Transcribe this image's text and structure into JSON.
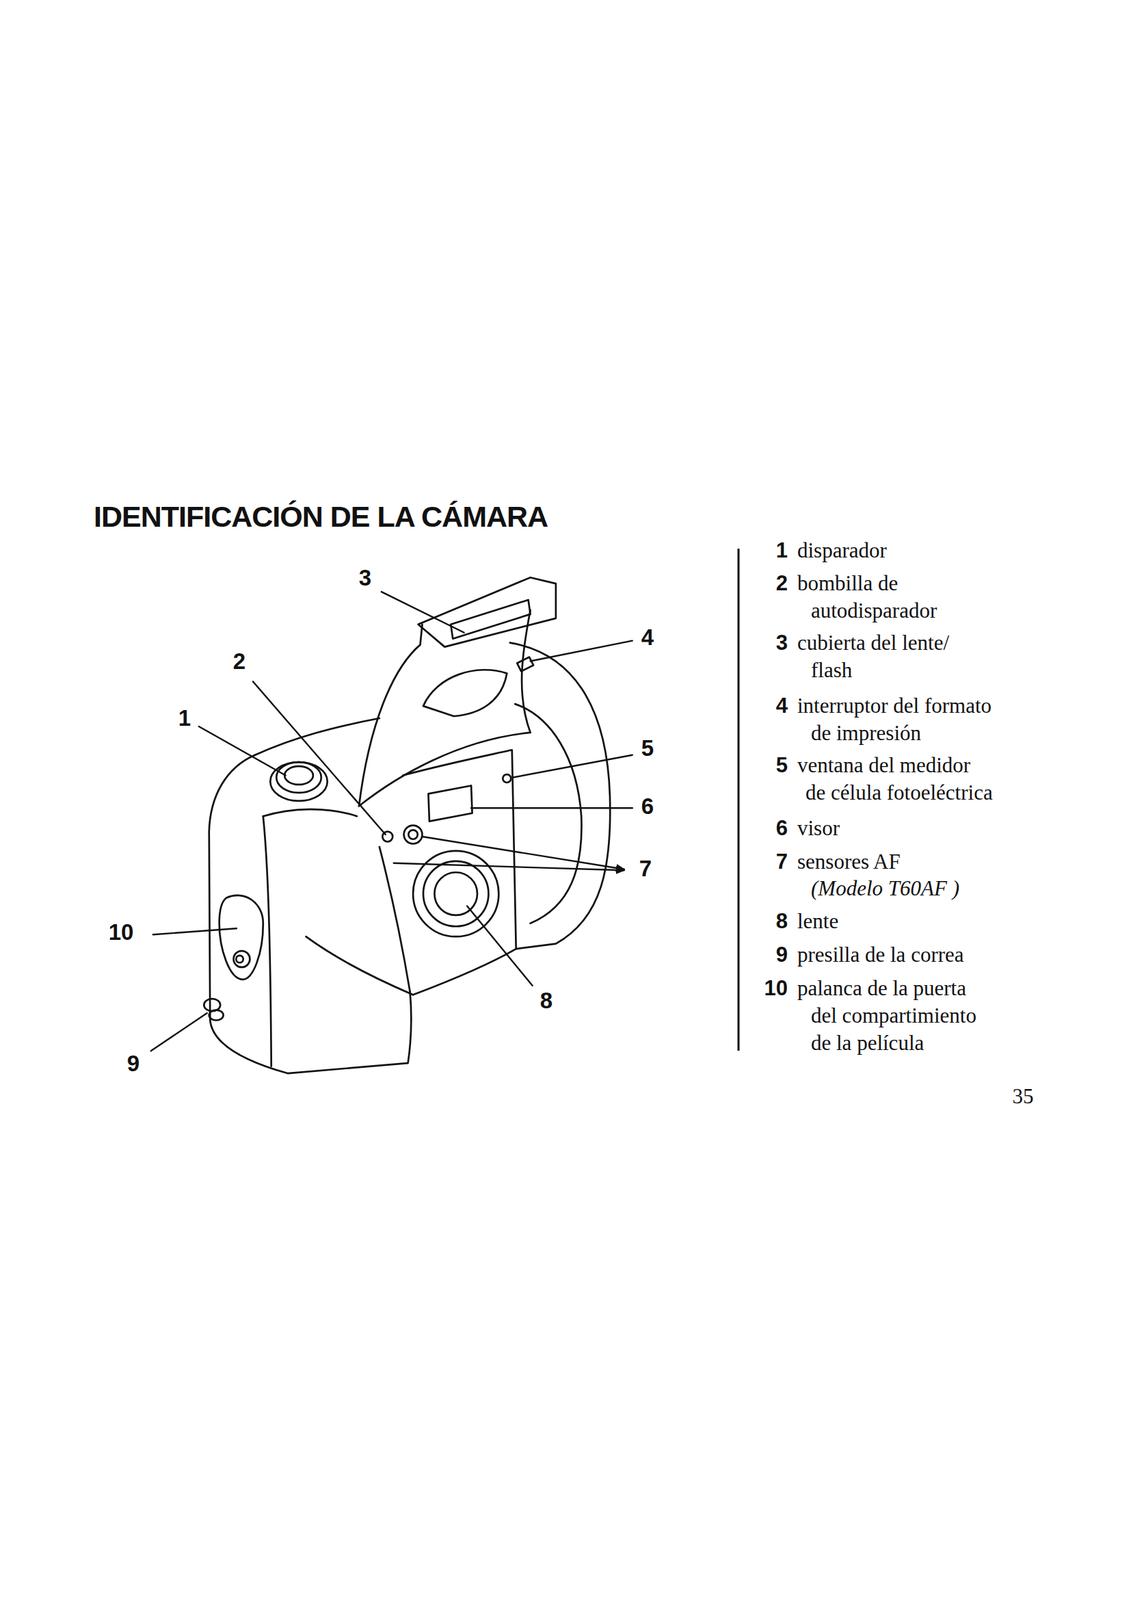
{
  "diagram": {
    "title": "IDENTIFICACIÓN DE LA CÁMARA",
    "labels": [
      "3",
      "4",
      "2",
      "1",
      "5",
      "6",
      "7",
      "10",
      "8",
      "9",
      "1",
      "disparador",
      "2",
      "bombilla de autodisparador",
      "3",
      "cubierta del lente/ flash",
      "4",
      "interruptor del formato de impresión",
      "5",
      "ventana del medidor de célula fotoeléctrica",
      "6",
      "visor",
      "7",
      "sensores AF",
      "(Modelo T60AF )",
      "8",
      "lente",
      "9",
      "presilla de la correa",
      "10",
      "palanca de la puerta del compartimiento de la película",
      "35"
    ]
  }
}
